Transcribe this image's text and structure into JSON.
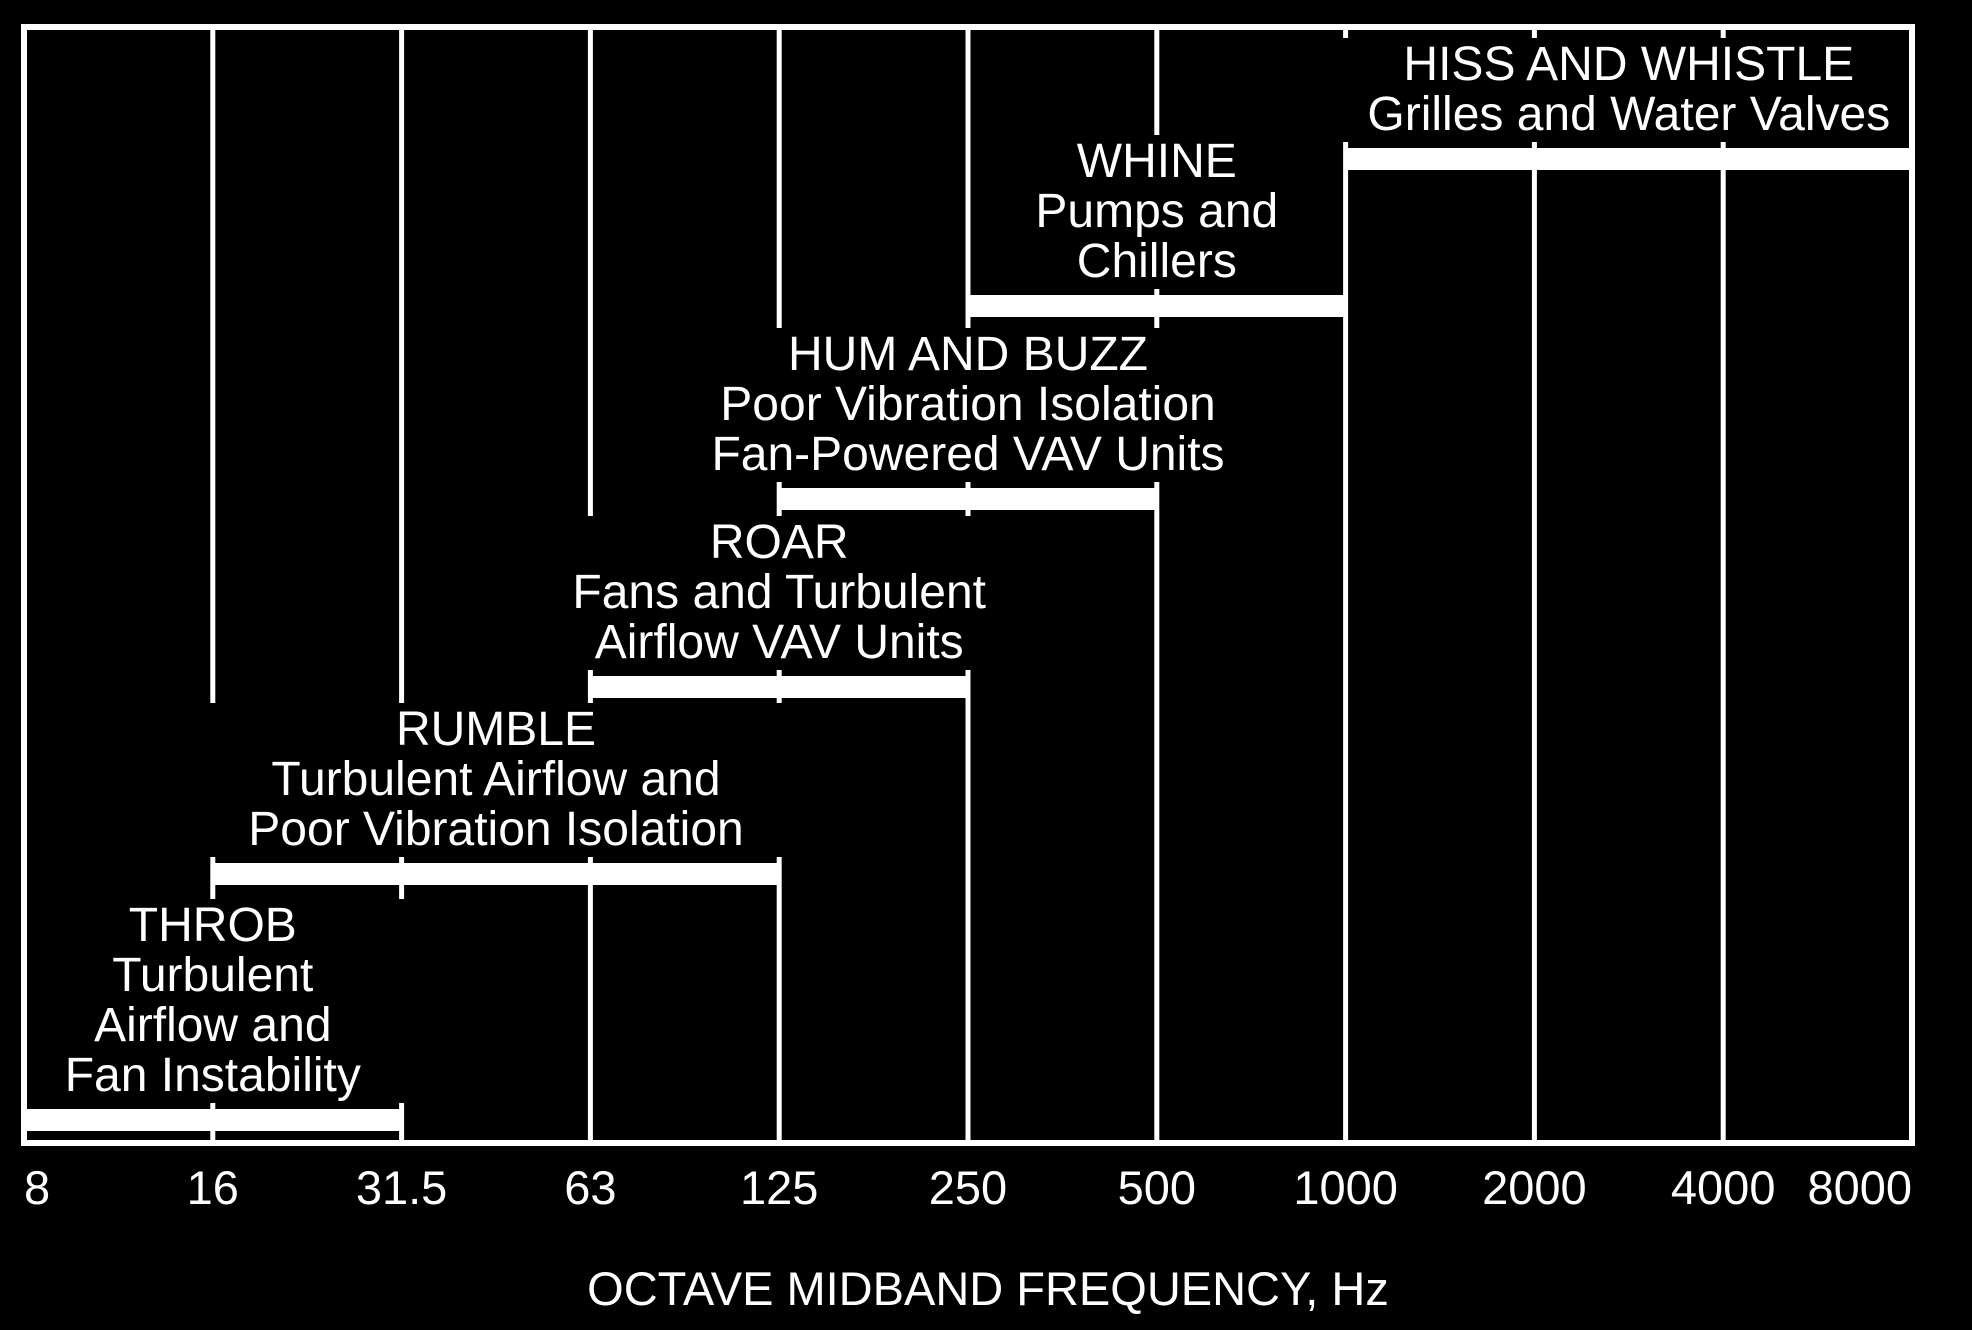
{
  "chart_data": {
    "type": "bar",
    "orientation": "horizontal-range",
    "x_scale": "log2 octave bands",
    "xlabel": "OCTAVE MIDBAND FREQUENCY, Hz",
    "categories": [
      "8",
      "16",
      "31.5",
      "63",
      "125",
      "250",
      "500",
      "1000",
      "2000",
      "4000",
      "8000"
    ],
    "grid": true,
    "series": [
      {
        "name": "THROB",
        "lines": [
          "THROB",
          "Turbulent",
          "Airflow and",
          "Fan Instability"
        ],
        "from": "8",
        "to": "31.5"
      },
      {
        "name": "RUMBLE",
        "lines": [
          "RUMBLE",
          "Turbulent Airflow and",
          "Poor Vibration Isolation"
        ],
        "from": "16",
        "to": "125"
      },
      {
        "name": "ROAR",
        "lines": [
          "ROAR",
          "Fans and Turbulent",
          "Airflow VAV Units"
        ],
        "from": "63",
        "to": "250"
      },
      {
        "name": "HUM AND BUZZ",
        "lines": [
          "HUM AND BUZZ",
          "Poor Vibration Isolation",
          "Fan-Powered VAV Units"
        ],
        "from": "125",
        "to": "500"
      },
      {
        "name": "WHINE",
        "lines": [
          "WHINE",
          "Pumps and",
          "Chillers"
        ],
        "from": "250",
        "to": "1000"
      },
      {
        "name": "HISS AND WHISTLE",
        "lines": [
          "HISS AND WHISTLE",
          "Grilles and Water Valves"
        ],
        "from": "1000",
        "to": "8000"
      }
    ],
    "colors": {
      "background": "#000000",
      "foreground": "#ffffff"
    }
  }
}
